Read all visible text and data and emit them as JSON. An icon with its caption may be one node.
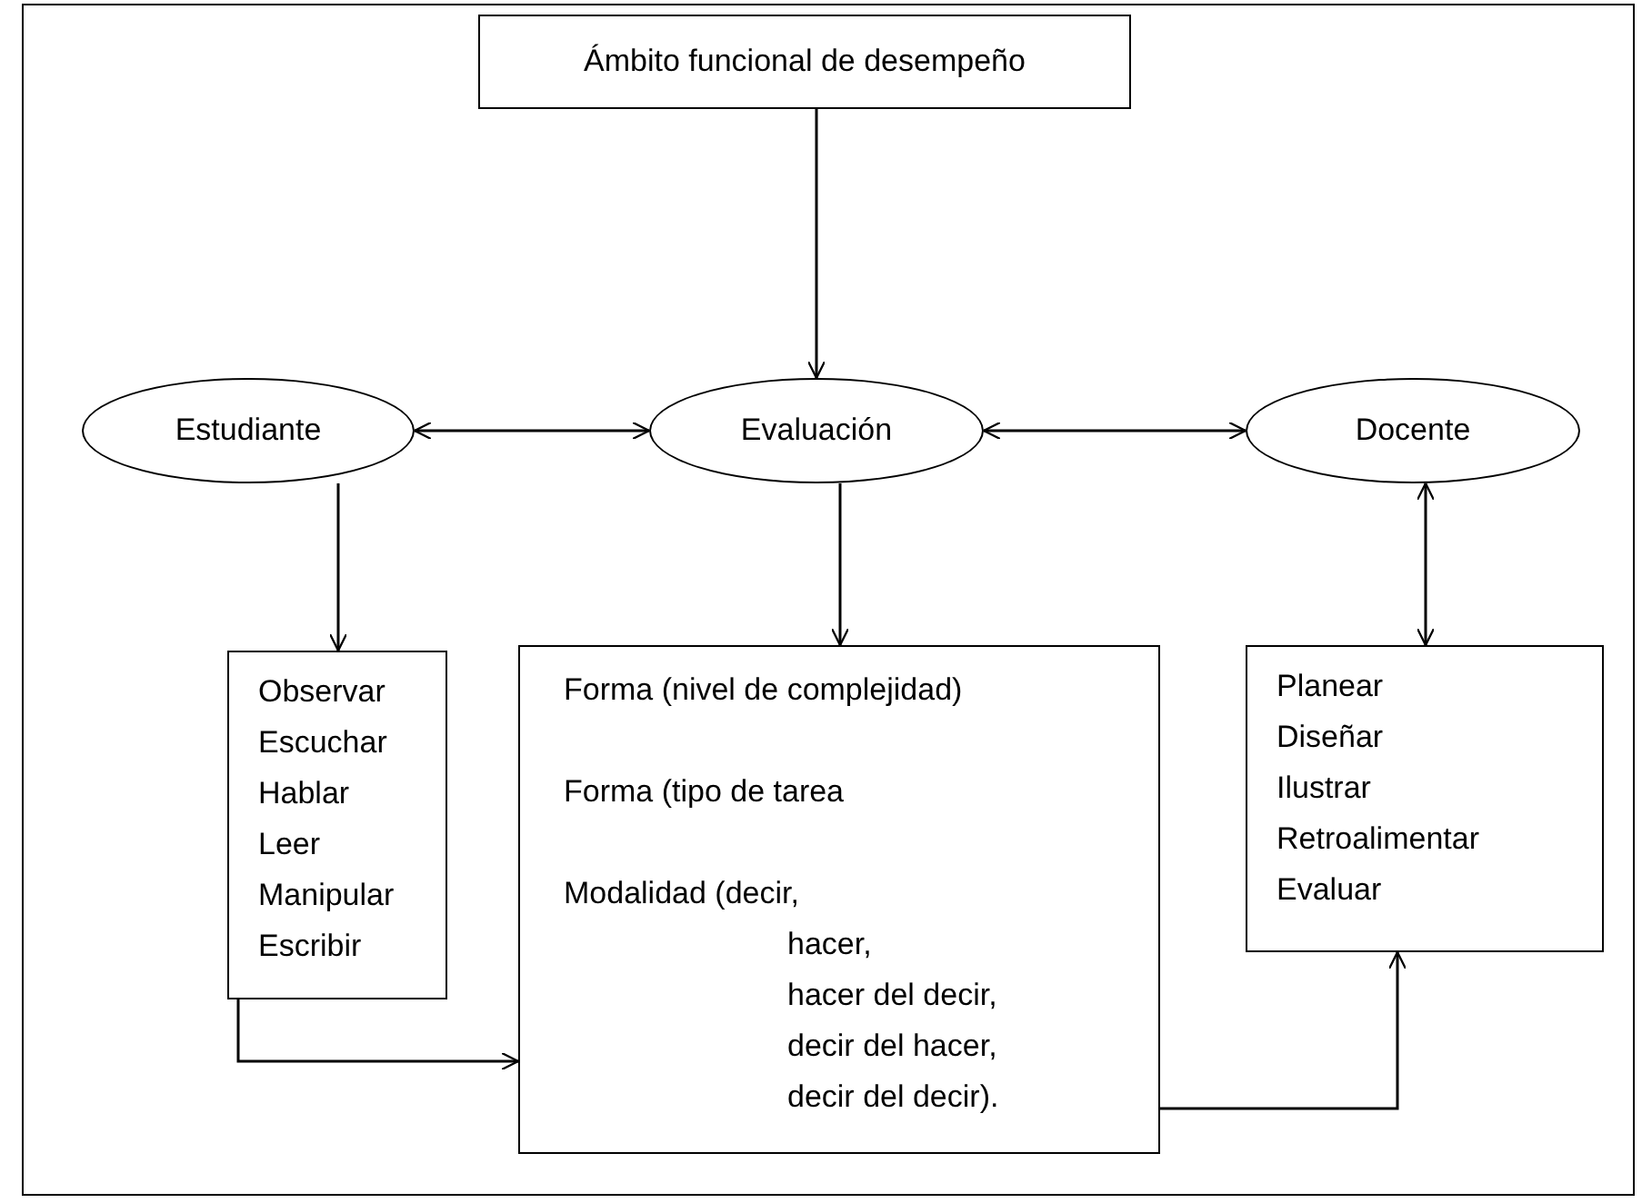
{
  "diagram": {
    "nodes": [
      {
        "text": [
          "Ámbito funcional de desempeño"
        ]
      },
      {
        "text": [
          "Estudiante"
        ]
      },
      {
        "text": [
          "Evaluación"
        ]
      },
      {
        "text": [
          "Docente"
        ]
      },
      {
        "text": [
          "Observar",
          "Escuchar",
          "Hablar",
          "Leer",
          "Manipular",
          "Escribir"
        ]
      },
      {
        "text": [
          "Forma (nivel de complejidad)",
          "Forma (tipo de tarea",
          "Modalidad (decir,",
          "hacer,",
          "hacer del decir,",
          "decir del hacer,",
          "decir del decir)."
        ]
      },
      {
        "text": [
          "Planear",
          "Diseñar",
          "Ilustrar",
          "Retroalimentar",
          "Evaluar"
        ]
      }
    ],
    "edges": [
      {
        "from": 0,
        "to": 2,
        "arrow": "to"
      },
      {
        "from": 1,
        "to": 2,
        "arrow": "both"
      },
      {
        "from": 2,
        "to": 3,
        "arrow": "both"
      },
      {
        "from": 1,
        "to": 4,
        "arrow": "to"
      },
      {
        "from": 2,
        "to": 5,
        "arrow": "to"
      },
      {
        "from": 3,
        "to": 6,
        "arrow": "both"
      },
      {
        "from": 4,
        "to": 5,
        "arrow": "to"
      },
      {
        "from": 5,
        "to": 6,
        "arrow": "to"
      }
    ]
  }
}
